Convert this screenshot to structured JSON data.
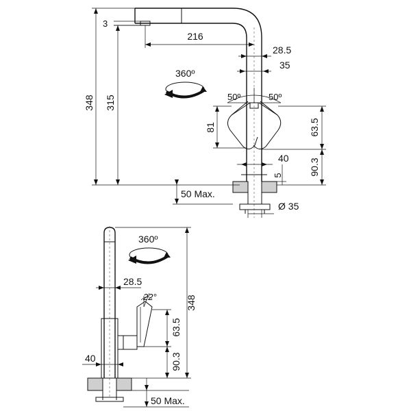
{
  "front_view": {
    "height_total": "348",
    "spout_offset": "3",
    "height_spout": "315",
    "reach": "216",
    "body_width_upper": "28.5",
    "body_width": "35",
    "rotation": "360º",
    "lever_angle_left": "50º",
    "lever_angle_right": "50º",
    "lever_height": "81",
    "lever_top": "63.5",
    "base_height": "90.3",
    "base_width": "40",
    "gap": "5",
    "sink_thickness": "50 Max.",
    "hole_diameter": "Ø 35"
  },
  "side_view": {
    "rotation": "360º",
    "height_total": "348",
    "body_width": "28.5",
    "lever_angle": "22°",
    "lever_top": "63.5",
    "base_height": "90.3",
    "base_width": "40",
    "sink_thickness": "50 Max."
  }
}
